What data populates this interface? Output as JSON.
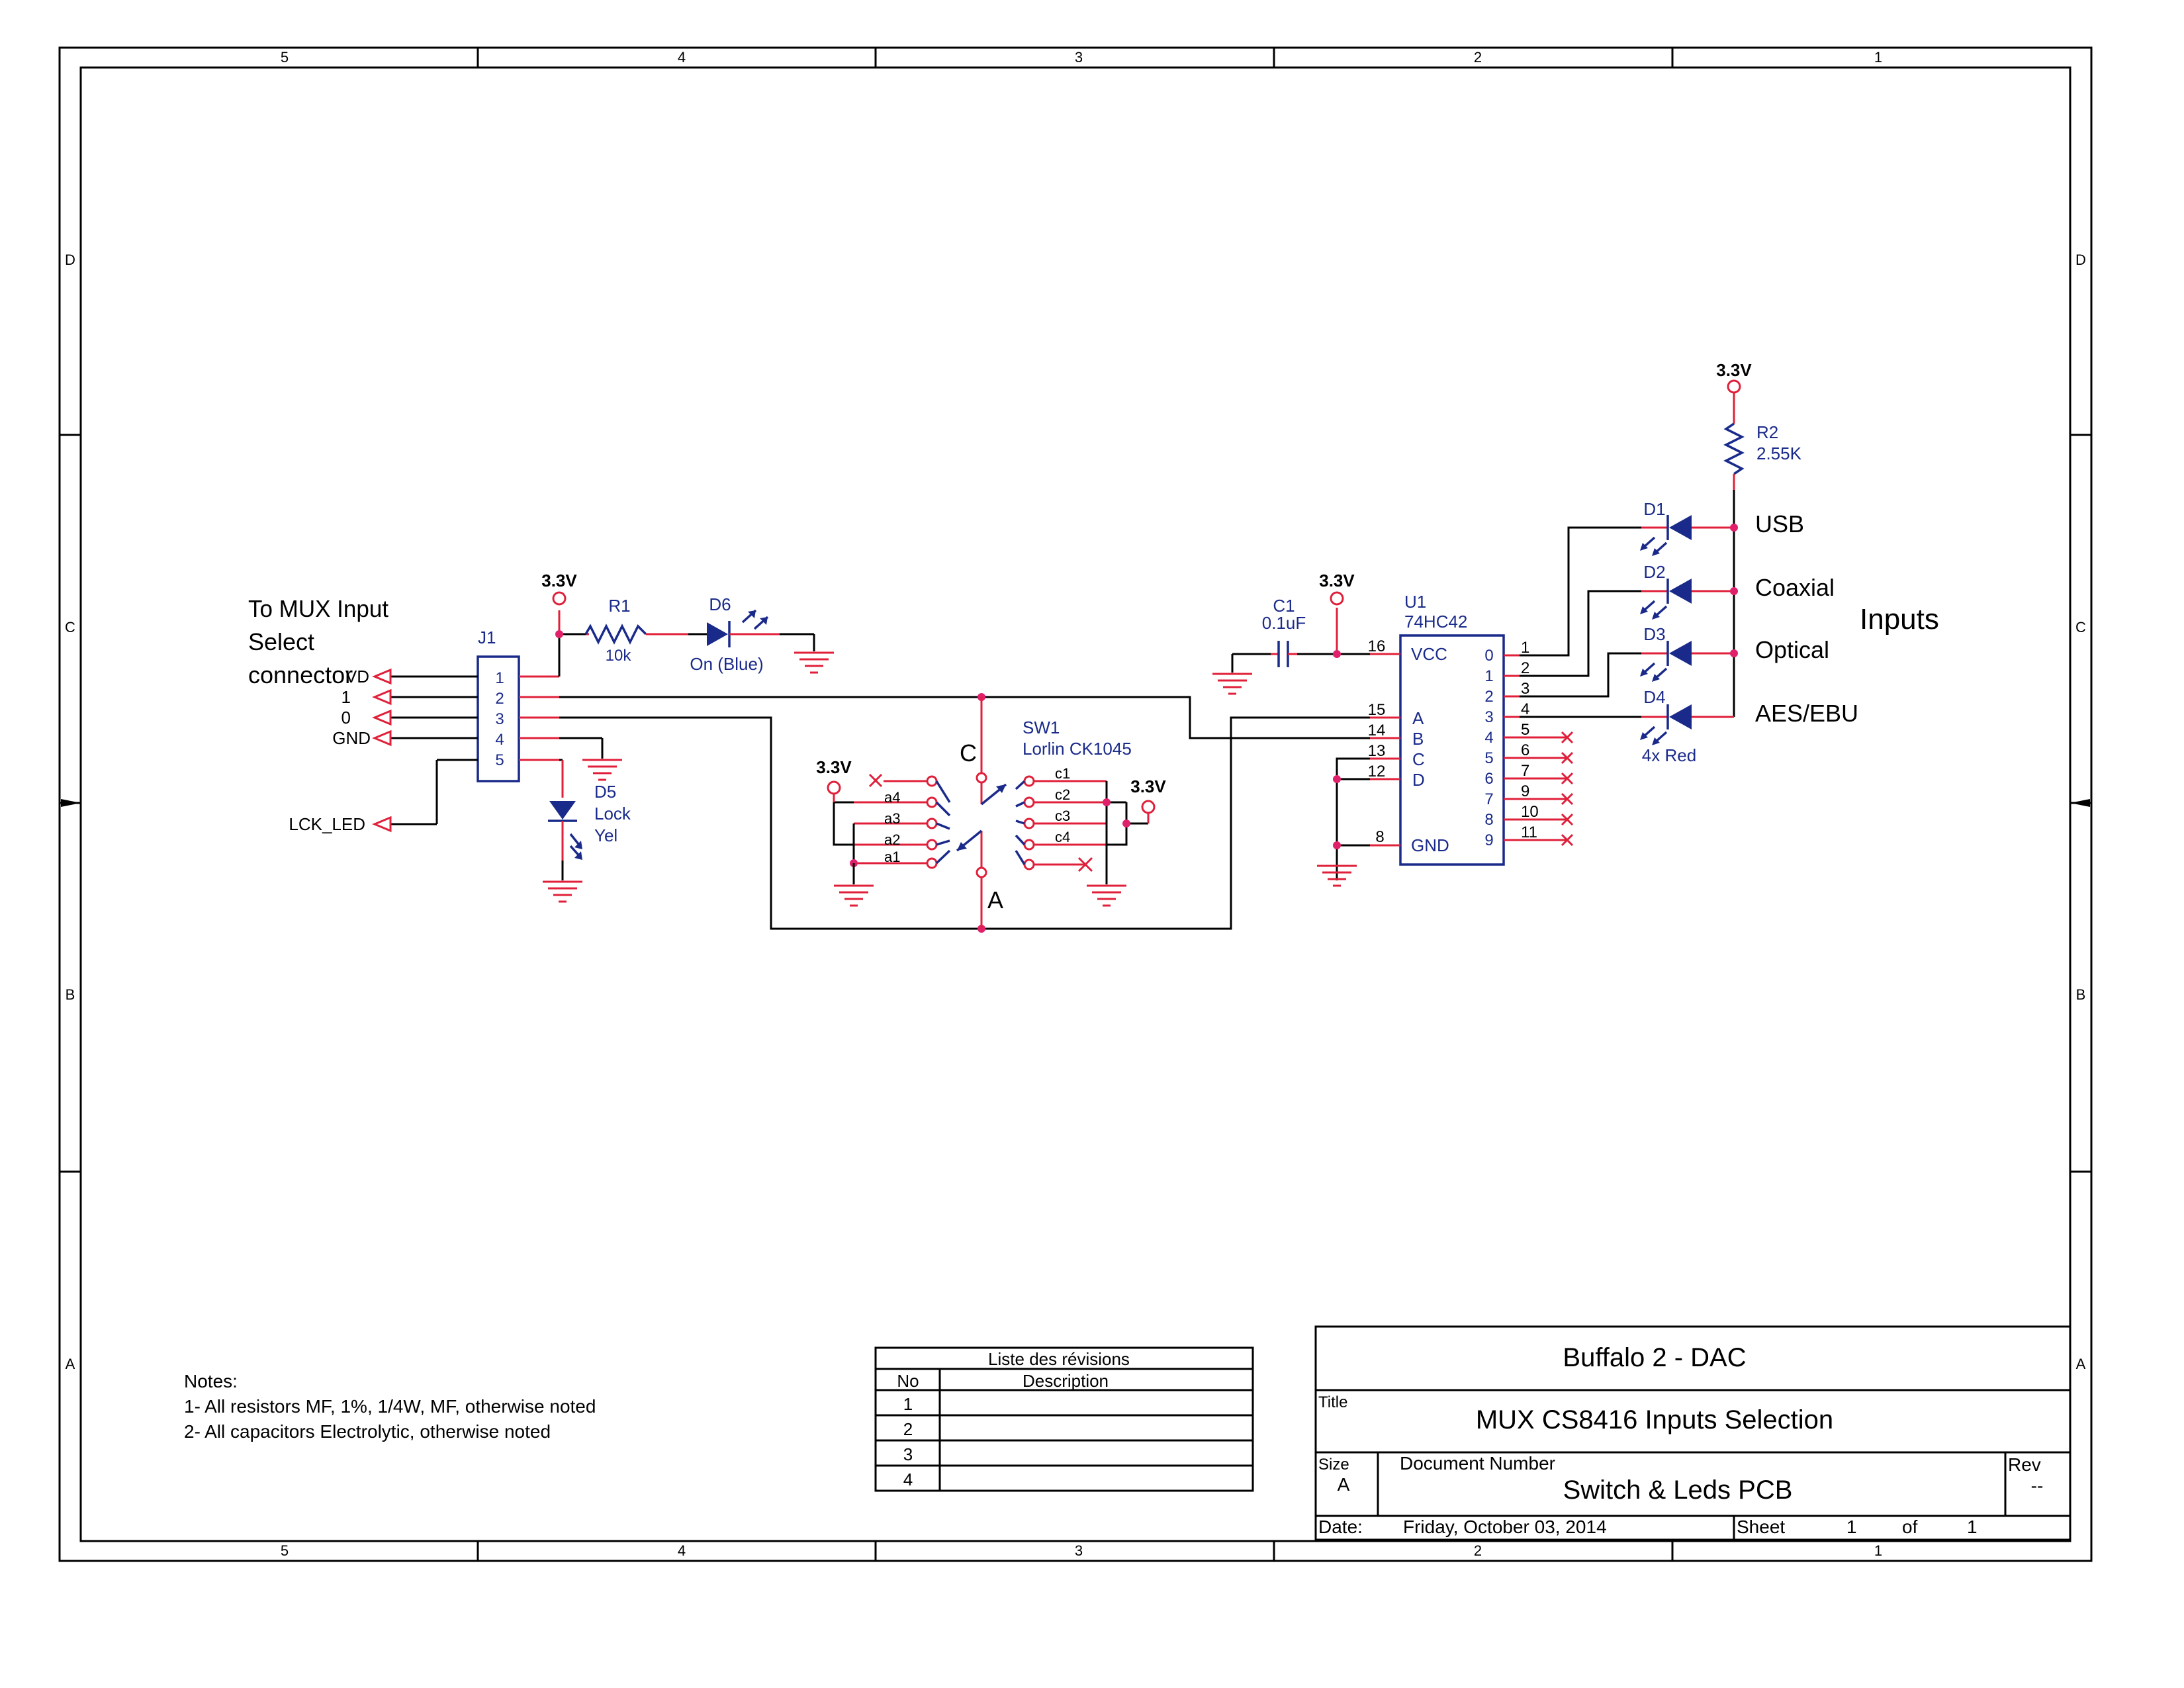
{
  "border": {
    "columns": [
      "5",
      "4",
      "3",
      "2",
      "1"
    ],
    "rows": [
      "D",
      "C",
      "B",
      "A"
    ]
  },
  "connector": {
    "heading": [
      "To MUX Input",
      "Select",
      "connector"
    ],
    "ref": "J1",
    "pins": [
      "1",
      "2",
      "3",
      "4",
      "5"
    ],
    "signals": [
      "VD",
      "1",
      "0",
      "GND"
    ],
    "lck_led": "LCK_LED"
  },
  "power": {
    "label": "3.3V"
  },
  "r1": {
    "ref": "R1",
    "value": "10k"
  },
  "d6": {
    "ref": "D6",
    "value": "On (Blue)"
  },
  "d5": {
    "ref": "D5",
    "line1": "Lock",
    "line2": "Yel"
  },
  "sw1": {
    "ref": "SW1",
    "value": "Lorlin CK1045",
    "pole_c": "C",
    "pole_a": "A",
    "left_contacts": [
      "a4",
      "a3",
      "a2",
      "a1"
    ],
    "right_contacts": [
      "c1",
      "c2",
      "c3",
      "c4"
    ]
  },
  "c1": {
    "ref": "C1",
    "value": "0.1uF"
  },
  "u1": {
    "ref": "U1",
    "part": "74HC42",
    "vcc": "VCC",
    "gnd": "GND",
    "inputs": [
      "A",
      "B",
      "C",
      "D"
    ],
    "input_pins": [
      "15",
      "14",
      "13",
      "12"
    ],
    "vcc_pin": "16",
    "gnd_pin": "8",
    "outputs": [
      "0",
      "1",
      "2",
      "3",
      "4",
      "5",
      "6",
      "7",
      "8",
      "9"
    ],
    "output_pins": [
      "1",
      "2",
      "3",
      "4",
      "5",
      "6",
      "7",
      "9",
      "10",
      "11"
    ]
  },
  "r2": {
    "ref": "R2",
    "value": "2.55K"
  },
  "leds": [
    {
      "ref": "D1",
      "label": "USB"
    },
    {
      "ref": "D2",
      "label": "Coaxial"
    },
    {
      "ref": "D3",
      "label": "Optical"
    },
    {
      "ref": "D4",
      "label": "AES/EBU"
    }
  ],
  "led_value": "4x Red",
  "inputs_label": "Inputs",
  "notes": {
    "title": "Notes:",
    "lines": [
      "1- All resistors MF, 1%, 1/4W, MF, otherwise noted",
      "2- All capacitors Electrolytic, otherwise noted"
    ]
  },
  "revisions": {
    "title": "Liste des révisions",
    "col_no": "No",
    "col_desc": "Description",
    "rows": [
      "1",
      "2",
      "3",
      "4"
    ]
  },
  "title_block": {
    "company": "Buffalo 2 - DAC",
    "title_label": "Title",
    "title": "MUX CS8416 Inputs Selection",
    "size_label": "Size",
    "size": "A",
    "docnum_label": "Document Number",
    "docnum": "Switch & Leds PCB",
    "rev_label": "Rev",
    "rev": "--",
    "date_label": "Date:",
    "date": "Friday, October 03, 2014",
    "sheet_label": "Sheet",
    "sheet": "1",
    "of_label": "of",
    "of": "1"
  },
  "colors": {
    "wire": "#000000",
    "pin_lead": "#e0203a",
    "component": "#1a2a8a",
    "junction": "#e0206a"
  }
}
